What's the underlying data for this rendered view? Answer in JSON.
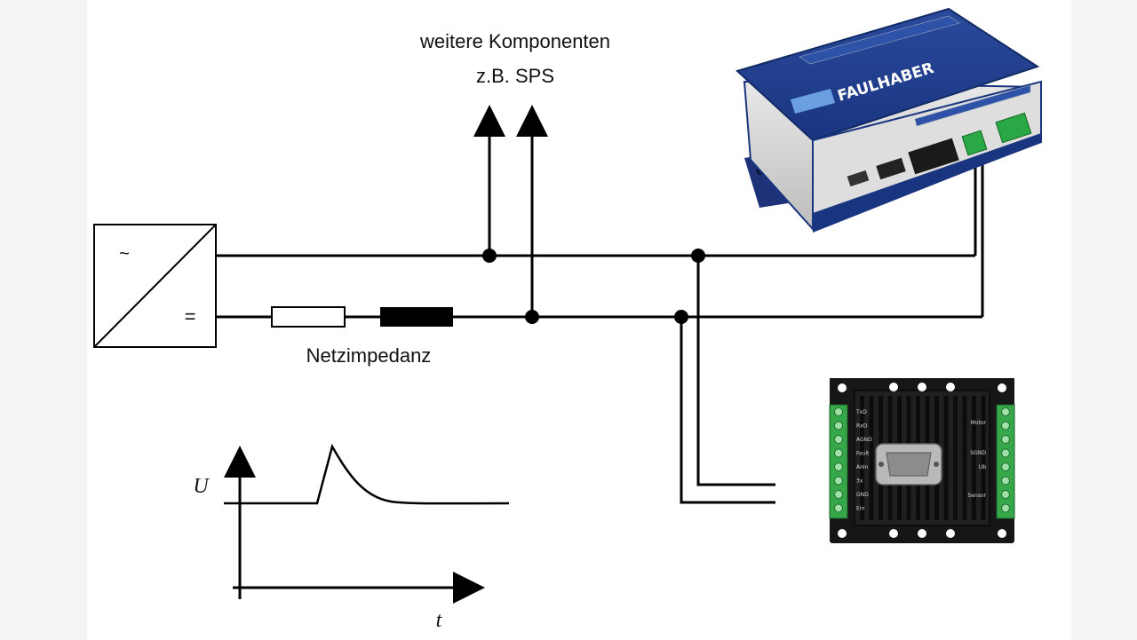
{
  "diagram": {
    "title_line1": "weitere Komponenten",
    "title_line2": "z.B. SPS",
    "impedance_label": "Netzimpedanz",
    "supply": {
      "ac_symbol": "~",
      "dc_symbol": "="
    },
    "graph": {
      "y_label": "U",
      "x_label": "t"
    },
    "controller_box": {
      "brand": "FAULHABER",
      "accent_color": "#1e3a8a"
    },
    "motion_module": {
      "left_pins": [
        "TxD",
        "RxD",
        "AGND",
        "Fault",
        "AnIn",
        "3x",
        "GND",
        "Ein"
      ],
      "right_labels": [
        "Motor",
        "SGND",
        "Ub",
        "Sensor"
      ]
    }
  }
}
